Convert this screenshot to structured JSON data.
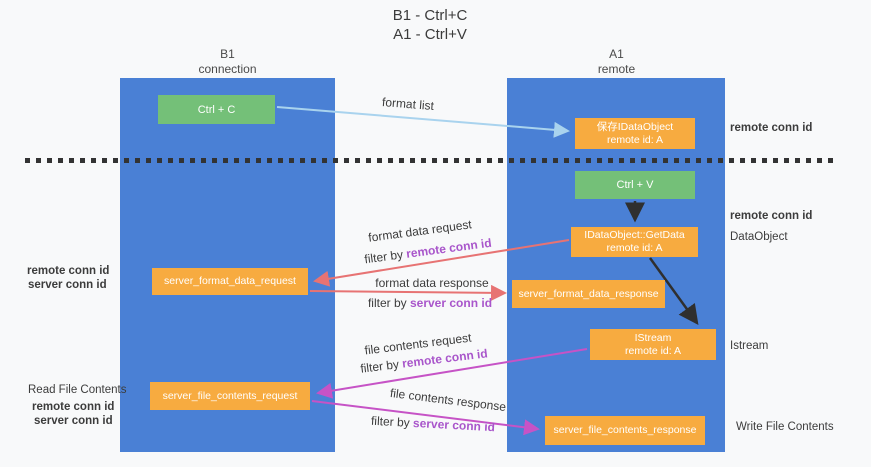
{
  "title": {
    "line1": "B1 - Ctrl+C",
    "line2": "A1 - Ctrl+V"
  },
  "lanes": {
    "left": {
      "name": "B1",
      "role": "connection"
    },
    "right": {
      "name": "A1",
      "role": "remote"
    }
  },
  "boxes": {
    "ctrl_c": {
      "label": "Ctrl + C"
    },
    "ctrl_v": {
      "label": "Ctrl + V"
    },
    "store_dataobject": {
      "line1": "保存IDataObject",
      "line2": "remote id: A"
    },
    "getdata": {
      "line1": "IDataObject::GetData",
      "line2": "remote id: A"
    },
    "istream": {
      "line1": "IStream",
      "line2": "remote id: A"
    },
    "server_format_data_request": {
      "label": "server_format_data_request"
    },
    "server_format_data_response": {
      "label": "server_format_data_response"
    },
    "server_file_contents_request": {
      "label": "server_file_contents_request"
    },
    "server_file_contents_response": {
      "label": "server_file_contents_response"
    }
  },
  "edge_labels": {
    "format_list": "format list",
    "format_data_request": "format data request",
    "format_data_response": "format data response",
    "file_contents_request": "file contents request",
    "file_contents_response": "file contents response",
    "filter_by": "filter by ",
    "remote_conn_id": "remote conn id",
    "server_conn_id": "server conn id"
  },
  "annotations": {
    "remote_conn_id": "remote conn id",
    "server_conn_id": "server conn id",
    "dataobject": "DataObject",
    "istream": "Istream",
    "read_file_contents": "Read File Contents",
    "write_file_contents": "Write File Contents"
  },
  "colors": {
    "lane_blue": "#4a80d5",
    "box_green": "#74c078",
    "box_orange": "#f7ab40",
    "arrow_red": "#e77373",
    "arrow_magenta": "#c653c6",
    "arrow_light_blue": "#a9d3ee",
    "arrow_black": "#2f2f2f",
    "conn_id_purple": "#a956cb",
    "conn_id_green": "#6cb56c"
  }
}
